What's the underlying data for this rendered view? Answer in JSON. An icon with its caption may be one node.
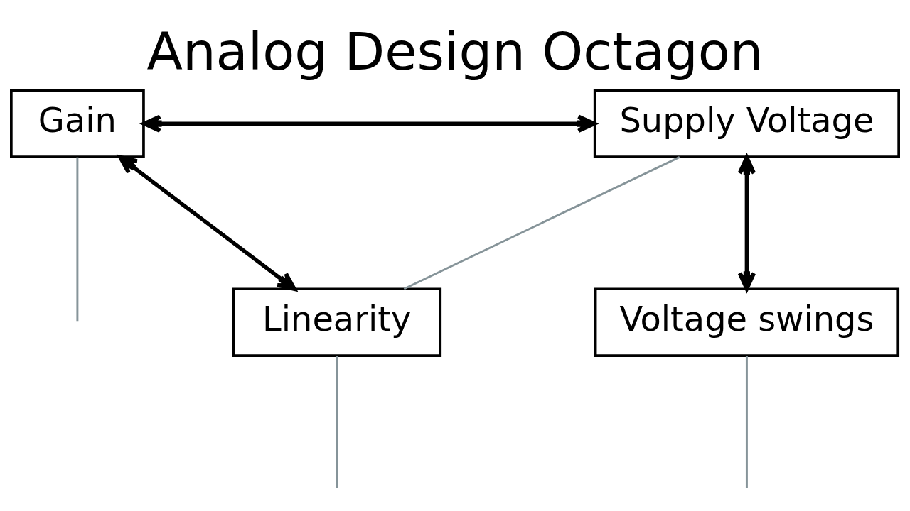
{
  "diagram": {
    "title": "Analog Design Octagon",
    "nodes": [
      {
        "text": [
          "Gain"
        ]
      },
      {
        "text": [
          "Supply Voltage"
        ]
      },
      {
        "text": [
          "Linearity"
        ]
      },
      {
        "text": [
          "Voltage swings"
        ]
      }
    ],
    "edges": [
      {
        "from": 0,
        "to": 1,
        "arrow": "both",
        "style": "thick",
        "color": "#000000"
      },
      {
        "from": 0,
        "to": 2,
        "arrow": "both",
        "style": "thick",
        "color": "#000000"
      },
      {
        "from": 1,
        "to": 3,
        "arrow": "both",
        "style": "thick",
        "color": "#000000"
      },
      {
        "from": 0,
        "to": null,
        "arrow": "none"
      },
      {
        "from": 1,
        "to": 2,
        "arrow": "none"
      },
      {
        "from": 2,
        "to": null,
        "arrow": "none"
      },
      {
        "from": 3,
        "to": null,
        "arrow": "none"
      }
    ]
  }
}
